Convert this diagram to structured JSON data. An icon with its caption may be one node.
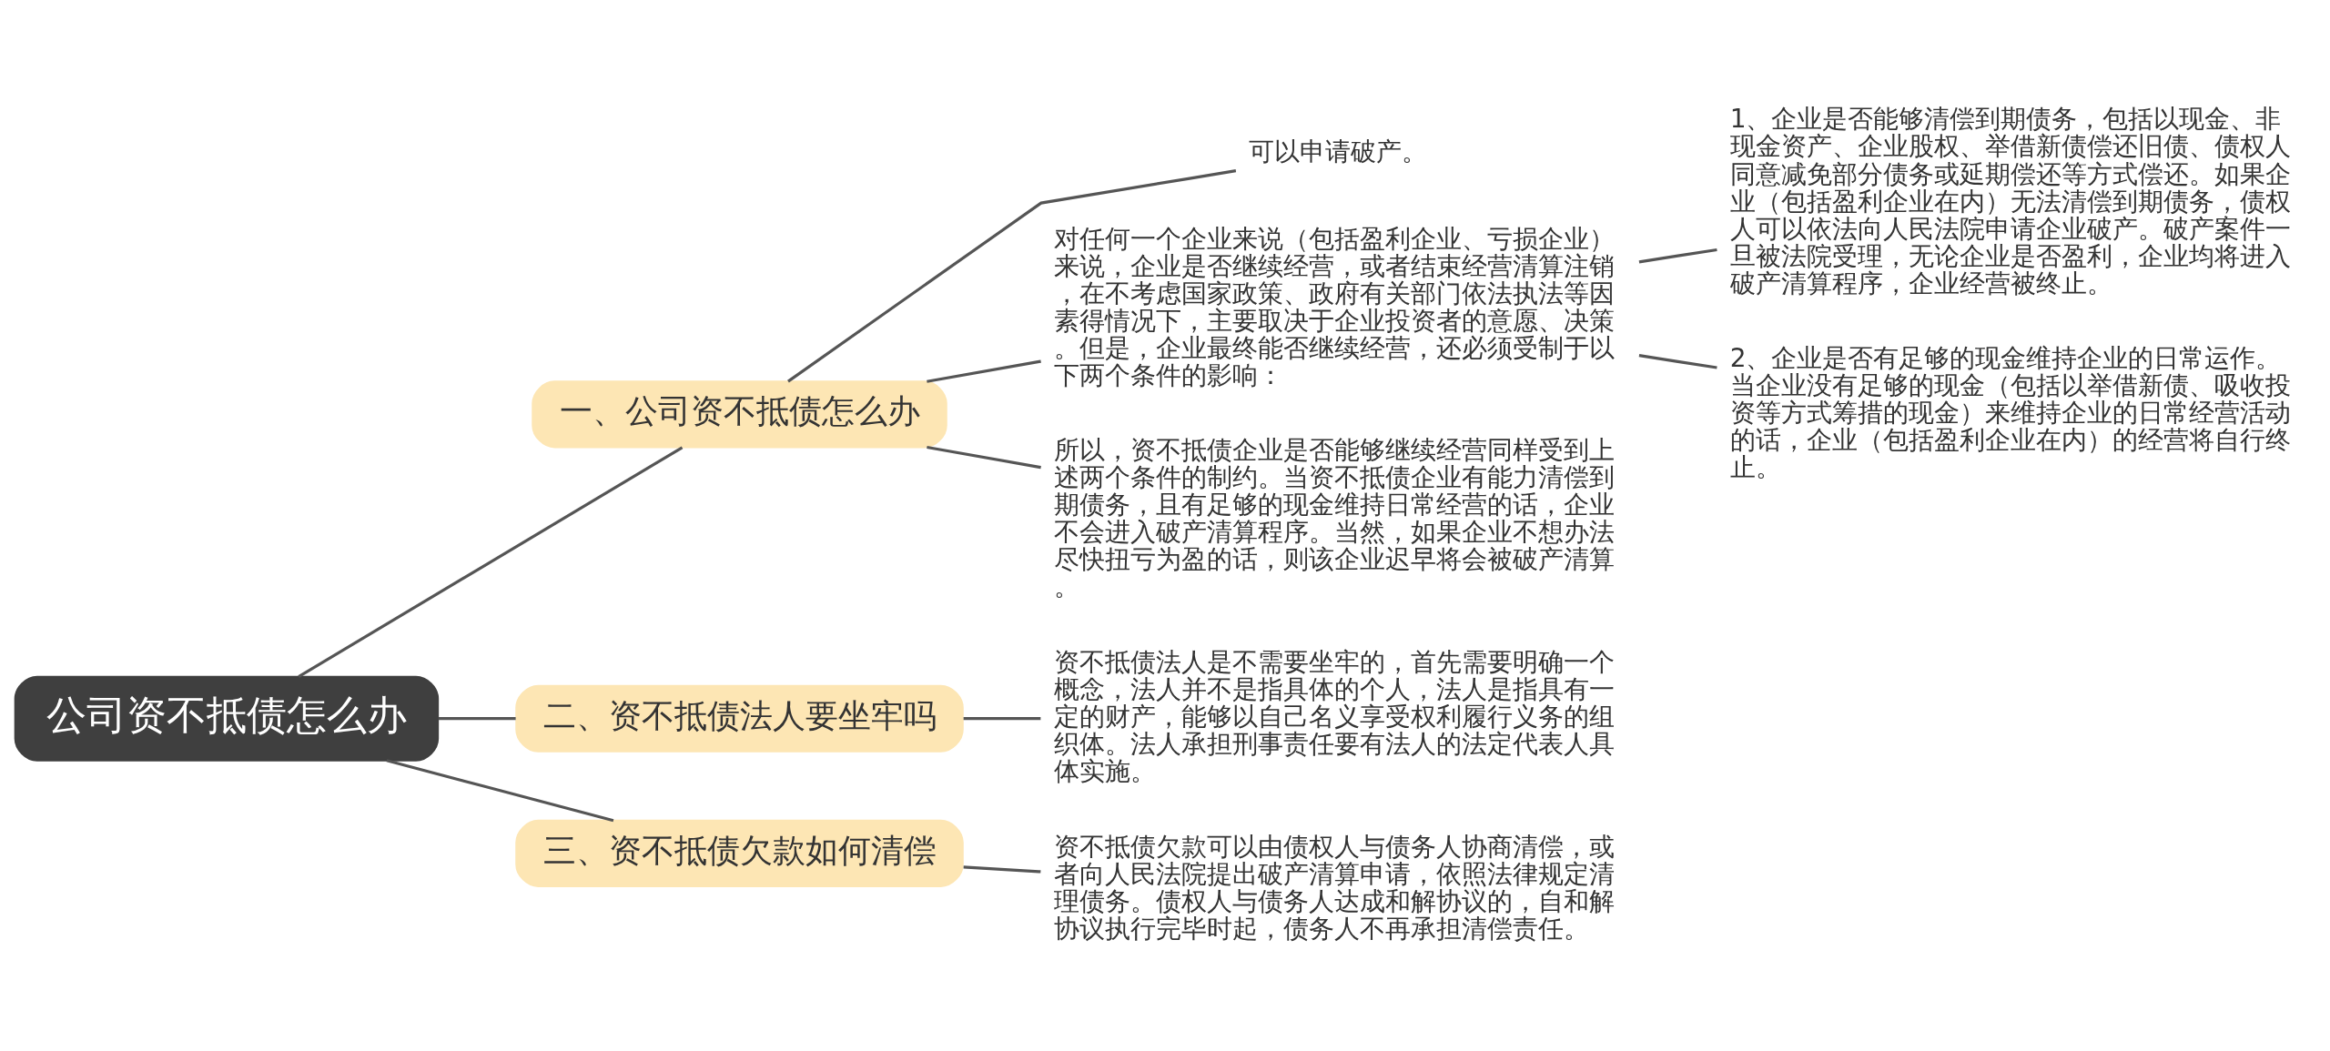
{
  "diagram": {
    "nodes": [
      {
        "text": [
          "公司资不抵债怎么办"
        ]
      },
      {
        "text": [
          "一、公司资不抵债怎么办"
        ]
      },
      {
        "text": [
          "可以申请破产。"
        ]
      },
      {
        "text": [
          "对任何一个企业来说（包括盈利企业、亏损企业）来说，企业是否继续经营，或者结束经营清算注销，在不考虑国家政策、政府有关部门依法执法等因素得情况下，主要取决于企业投资者的意愿、决策。但是，企业最终能否继续经营，还必须受制于以下两个条件的影响："
        ]
      },
      {
        "text": [
          "1、企业是否能够清偿到期债务，包括以现金、非现金资产、企业股权、举借新债偿还旧债、债权人同意减免部分债务或延期偿还等方式偿还。如果企业（包括盈利企业在内）无法清偿到期债务，债权人可以依法向人民法院申请企业破产。破产案件一旦被法院受理，无论企业是否盈利，企业均将进入破产清算程序，企业经营被终止。"
        ]
      },
      {
        "text": [
          "2、企业是否有足够的现金维持企业的日常运作。当企业没有足够的现金（包括以举借新债、吸收投资等方式筹措的现金）来维持企业的日常经营活动的话，企业（包括盈利企业在内）的经营将自行终止。"
        ]
      },
      {
        "text": [
          "所以，资不抵债企业是否能够继续经营同样受到上述两个条件的制约。当资不抵债企业有能力清偿到期债务，且有足够的现金维持日常经营的话，企业不会进入破产清算程序。当然，如果企业不想办法尽快扭亏为盈的话，则该企业迟早将会被破产清算。"
        ]
      },
      {
        "text": [
          "二、资不抵债法人要坐牢吗"
        ]
      },
      {
        "text": [
          "资不抵债法人是不需要坐牢的，首先需要明确一个概念，法人并不是指具体的个人，法人是指具有一定的财产，能够以自己名义享受权利履行义务的组织体。法人承担刑事责任要有法人的法定代表人具体实施。"
        ]
      },
      {
        "text": [
          "三、资不抵债欠款如何清偿"
        ]
      },
      {
        "text": [
          "资不抵债欠款可以由债权人与债务人协商清偿，或者向人民法院提出破产清算申请，依照法律规定清理债务。债权人与债务人达成和解协议的，自和解协议执行完毕时起，债务人不再承担清偿责任。"
        ]
      }
    ],
    "edges": [
      {
        "from": 0,
        "to": 1,
        "arrow": "none"
      },
      {
        "from": 1,
        "to": 2,
        "arrow": "none"
      },
      {
        "from": 1,
        "to": 3,
        "arrow": "none"
      },
      {
        "from": 3,
        "to": 4,
        "arrow": "none"
      },
      {
        "from": 3,
        "to": 5,
        "arrow": "none"
      },
      {
        "from": 1,
        "to": 6,
        "arrow": "none"
      },
      {
        "from": 0,
        "to": 7,
        "arrow": "none"
      },
      {
        "from": 7,
        "to": 8,
        "arrow": "none"
      },
      {
        "from": 0,
        "to": 9,
        "arrow": "none"
      },
      {
        "from": 9,
        "to": 10,
        "arrow": "none"
      }
    ]
  }
}
